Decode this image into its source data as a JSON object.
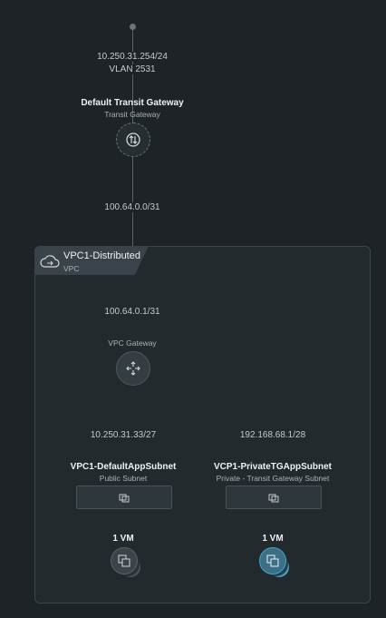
{
  "transit": {
    "ip": "10.250.31.254/24",
    "vlan": "VLAN 2531",
    "name": "Default Transit Gateway",
    "type": "Transit Gateway",
    "link_ip": "100.64.0.0/31"
  },
  "vpc": {
    "name": "VPC1-Distributed",
    "type": "VPC",
    "gateway_ip": "100.64.0.1/31",
    "gateway_label": "VPC Gateway"
  },
  "subnets": [
    {
      "ip": "10.250.31.33/27",
      "name": "VPC1-DefaultAppSubnet",
      "type": "Public Subnet",
      "vm_count": "1 VM"
    },
    {
      "ip": "192.168.68.1/28",
      "name": "VCP1-PrivateTGAppSubnet",
      "type": "Private - Transit Gateway Subnet",
      "vm_count": "1 VM"
    }
  ],
  "colors": {
    "background": "#1d2326",
    "accent": "#4aa3c8",
    "line": "#59646a"
  }
}
